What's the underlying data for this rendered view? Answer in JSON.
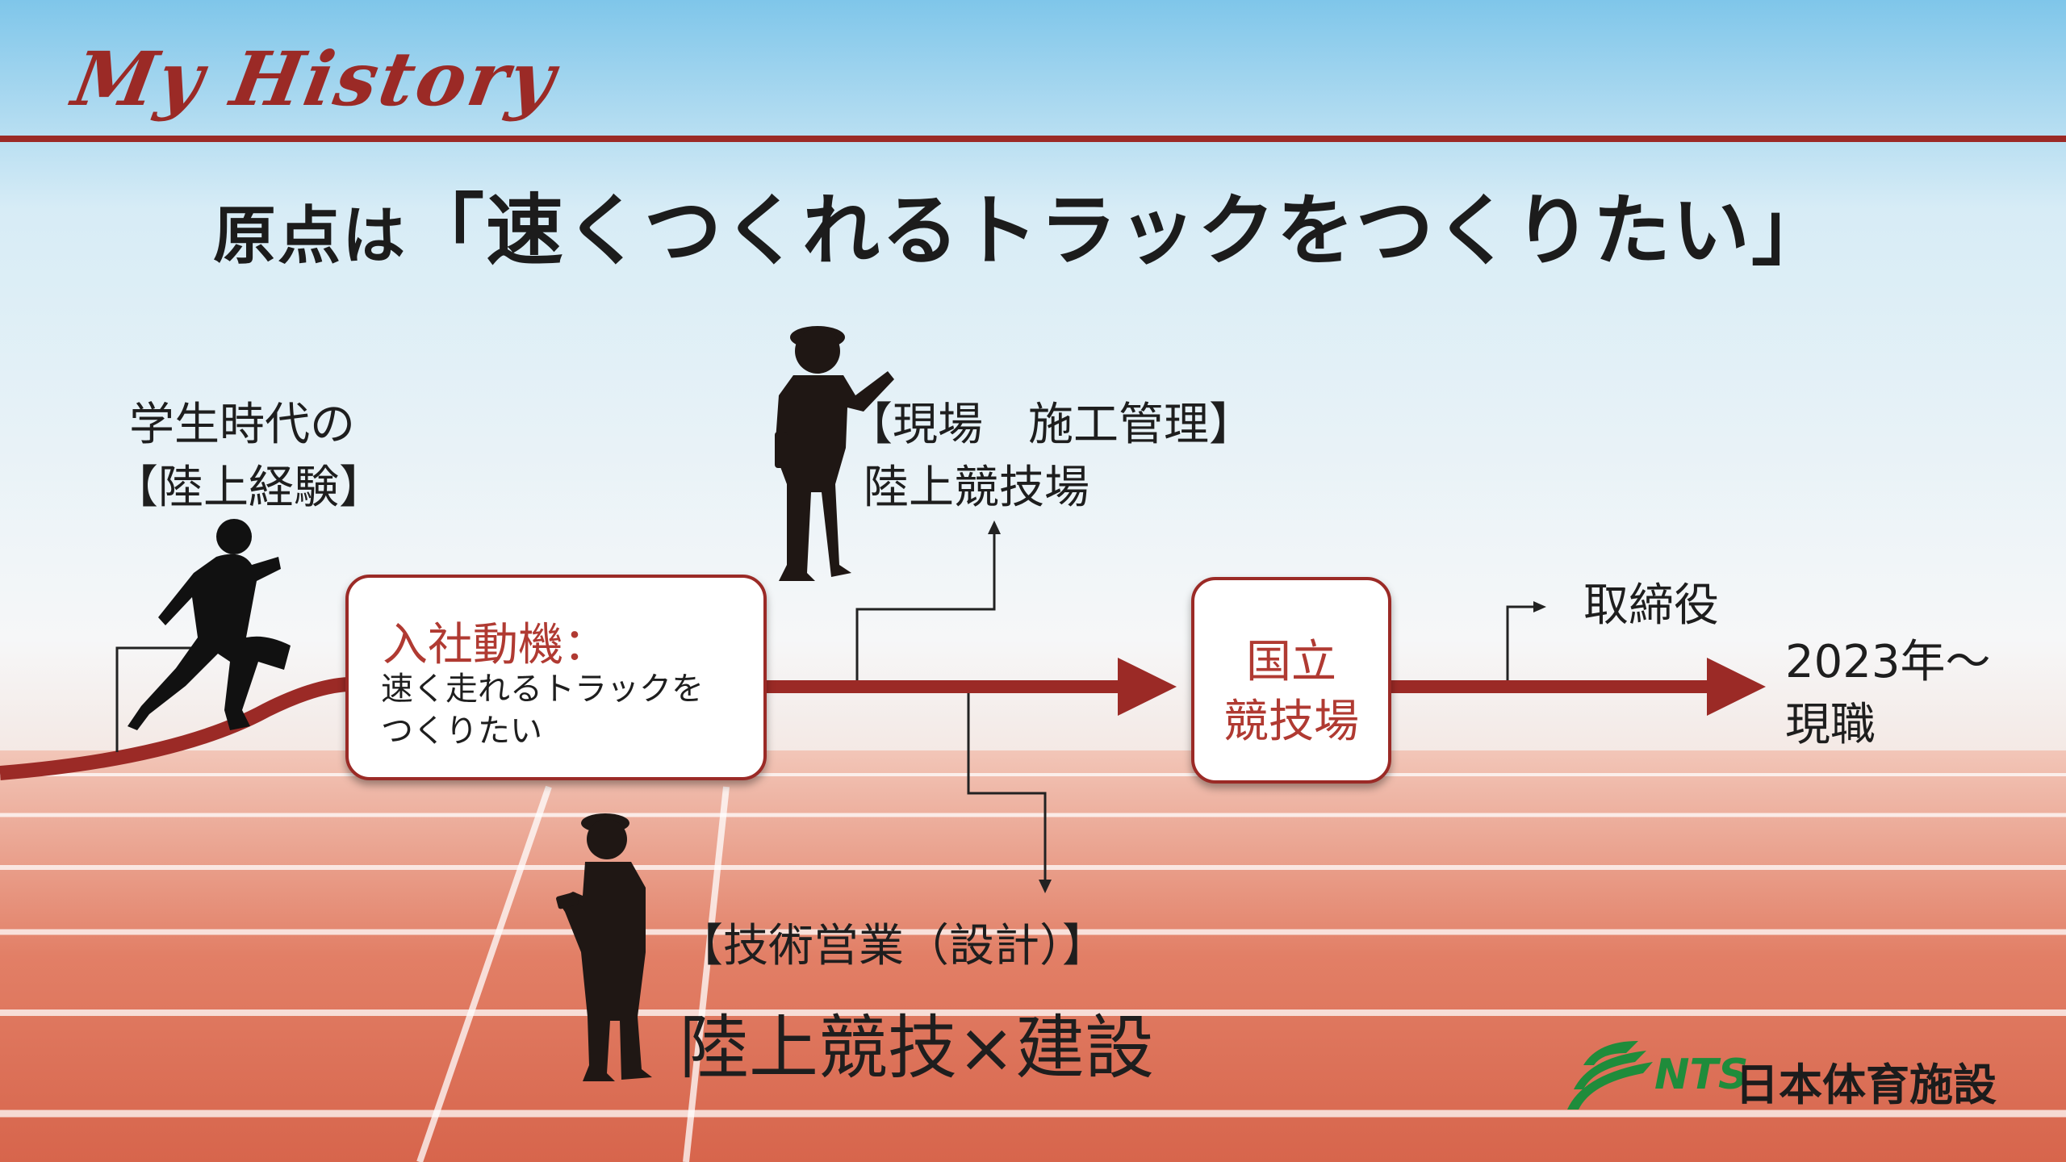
{
  "header": {
    "title": "My History"
  },
  "heading": {
    "prefix": "原点は",
    "quote": "「速くつくれるトラックをつくりたい」"
  },
  "student": {
    "line1": "学生時代の",
    "line2": "【陸上経験】"
  },
  "motive": {
    "title": "入社動機：",
    "line1": "速く走れるトラックを",
    "line2": "つくりたい"
  },
  "site": {
    "line1": "【現場　施工管理】",
    "line2": "陸上競技場"
  },
  "sales": {
    "line1": "【技術営業（設計）】",
    "line2": "陸上競技×建設"
  },
  "national": {
    "line1": "国立",
    "line2": "競技場"
  },
  "director": {
    "label": "取締役"
  },
  "current": {
    "line1": "2023年～",
    "line2": "現職"
  },
  "logo": {
    "mark": "NTS",
    "name": "日本体育施設"
  },
  "colors": {
    "accent": "#9b2a26",
    "logo_green": "#1f8c3b"
  }
}
